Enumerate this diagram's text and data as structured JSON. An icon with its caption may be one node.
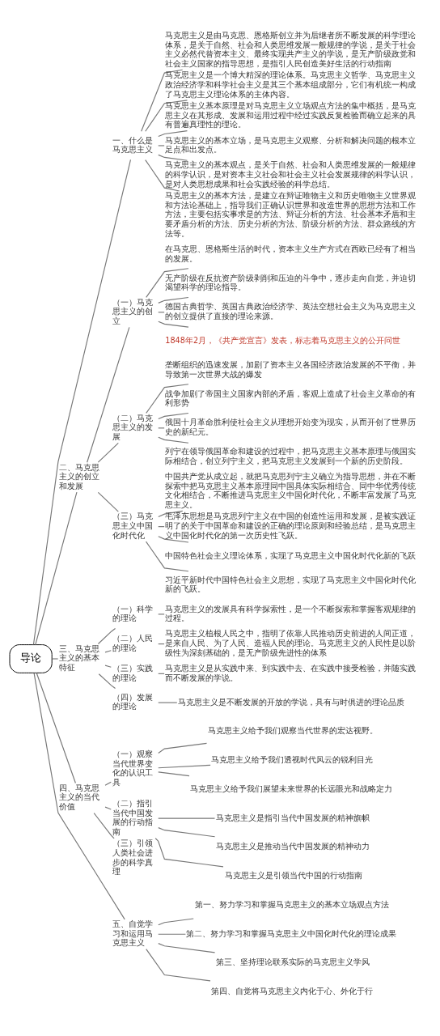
{
  "diagram": {
    "nodes": [
      {
        "text": [
          "导论"
        ]
      },
      {
        "text": [
          "一、什么是马克思主义"
        ]
      },
      {
        "text": [
          "马克思主义是由马克思、恩格斯创立并为后继者所不断发展的科学理论体系，是关于自然、社会和人类思维发展一般规律的学说，是关于社会主义必然代替资本主义、最终实现共产主义的学说，是无产阶级政党和社会主义国家的指导思想，是指引人民创造美好生活的行动指南"
        ]
      },
      {
        "text": [
          "马克思主义是一个博大精深的理论体系。马克思主义哲学、马克思主义政治经济学和科学社会主义是其三个基本组成部分，它们有机统一构成了马克思主义理论体系的主体内容。"
        ]
      },
      {
        "text": [
          "马克思主义基本原理是对马克思主义立场观点方法的集中概括，是马克思主义在其形成、发展和运用过程中经过实践反复检验而确立起来的具有普遍真理性的理论。"
        ]
      },
      {
        "text": [
          "马克思主义的基本立场，是马克思主义观察、分析和解决问题的根本立足点和出发点。"
        ]
      },
      {
        "text": [
          "马克思主义的基本观点，是关于自然、社会和人类思维发展的一般规律的科学认识，是对资本主义社会和社会主义社会发展规律的科学认识，是对人类思想成果和社会实践经验的科学总结。"
        ]
      },
      {
        "text": [
          "马克思主义的基本方法，是建立在辩证唯物主义和历史唯物主义世界观和方法论基础上，指导我们正确认识世界和改造世界的思想方法和工作方法，主要包括实事求是的方法、辩证分析的方法、社会基本矛盾和主要矛盾分析的方法、历史分析的方法、阶级分析的方法、群众路线的方法等。"
        ]
      },
      {
        "text": [
          "二、马克思主义的创立和发展"
        ]
      },
      {
        "text": [
          "（一）马克思主义的创立"
        ]
      },
      {
        "text": [
          "在马克思、恩格斯生活的时代，资本主义生产方式在西欧已经有了相当的发展。"
        ]
      },
      {
        "text": [
          "无产阶级在反抗资产阶级剥削和压迫的斗争中，逐步走向自觉，并迫切渴望科学的理论指导。"
        ]
      },
      {
        "text": [
          "德国古典哲学、英国古典政治经济学、英法空想社会主义为马克思主义的创立提供了直接的理论来源。"
        ]
      },
      {
        "text": [
          "1848年2月，《共产党宣言》发表，标志着马克思主义的公开问世"
        ]
      },
      {
        "text": [
          "（二）马克思主义的发展"
        ]
      },
      {
        "text": [
          "垄断组织的迅速发展，加剧了资本主义各国经济政治发展的不平衡，并导致第一次世界大战的爆发"
        ]
      },
      {
        "text": [
          "战争加剧了帝国主义国家内部的矛盾，客观上造成了社会主义革命的有利形势"
        ]
      },
      {
        "text": [
          "俄国十月革命胜利使社会主义从理想开始变为现实，从而开创了世界历史的新纪元。"
        ]
      },
      {
        "text": [
          "列宁在领导俄国革命和建设的过程中，把马克思主义基本原理与俄国实际相结合，创立列宁主义，把马克思主义发展到一个新的历史阶段。"
        ]
      },
      {
        "text": [
          "（三）马克思主义中国化时代化"
        ]
      },
      {
        "text": [
          "中国共产党从成立起，就把马克思列宁主义确立为指导思想，并在不断探索中把马克思主义基本原理同中国具体实际相结合、同中华优秀传统文化相结合，不断推进马克思主义中国化时代化，不断丰富发展了马克思主义。"
        ]
      },
      {
        "text": [
          "毛泽东思想是马克思列宁主义在中国的创造性运用和发展，是被实践证明了的关于中国革命和建设的正确的理论原则和经验总结，是马克思主义中国化时代化的第一次历史性飞跃。"
        ]
      },
      {
        "text": [
          "中国特色社会主义理论体系，实现了马克思主义中国化时代化新的飞跃"
        ]
      },
      {
        "text": [
          "习近平新时代中国特色社会主义思想，实现了马克思主义中国化时代化新的飞跃。"
        ]
      },
      {
        "text": [
          "三、马克思主义的基本特征"
        ]
      },
      {
        "text": [
          "（一）科学的理论"
        ]
      },
      {
        "text": [
          "马克思主义的发展具有科学探索性，是一个不断探索和掌握客观规律的过程。"
        ]
      },
      {
        "text": [
          "（二）人民的理论"
        ]
      },
      {
        "text": [
          "马克思主义植根人民之中，指明了依靠人民推动历史前进的人间正道，是来自人民、为了人民、造福人民的理论。马克思主义的人民性是以阶级性为深刻基础的，是无产阶级先进性的体系"
        ]
      },
      {
        "text": [
          "（三）实践的理论"
        ]
      },
      {
        "text": [
          "马克思主义是从实践中来、到实践中去、在实践中接受检验，并随实践而不断发展的学说。"
        ]
      },
      {
        "text": [
          "（四）发展的理论"
        ]
      },
      {
        "text": [
          "马克思主义是不断发展的开放的学说，具有与时俱进的理论品质"
        ]
      },
      {
        "text": [
          "四、马克思主义的当代价值"
        ]
      },
      {
        "text": [
          "（一）观察当代世界变化的认识工具"
        ]
      },
      {
        "text": [
          "马克思主义给予我们观察当代世界的宏达视野。"
        ]
      },
      {
        "text": [
          "马克思主义给予我们透视时代风云的锐利目光"
        ]
      },
      {
        "text": [
          "马克思主义给予我们展望未来世界的长远眼光和战略定力"
        ]
      },
      {
        "text": [
          "（二）指引当代中国发展的行动指南"
        ]
      },
      {
        "text": [
          "马克思主义是指引当代中国发展的精神旗帜"
        ]
      },
      {
        "text": [
          "马克思主义是推动当代中国发展的精神动力"
        ]
      },
      {
        "text": [
          "马克思主义是引领当代中国的行动指南"
        ]
      },
      {
        "text": [
          "（三）引领人类社会进步的科学真理"
        ]
      },
      {
        "text": [
          "五、自觉学习和运用马克思主义"
        ]
      },
      {
        "text": [
          "第一、努力学习和掌握马克思主义的基本立场观点方法"
        ]
      },
      {
        "text": [
          "第二、努力学习和掌握马克思主义中国化时代化的理论成果"
        ]
      },
      {
        "text": [
          "第三、坚持理论联系实际的马克思主义学风"
        ]
      },
      {
        "text": [
          "第四、自觉将马克思主义内化于心、外化于行"
        ]
      }
    ],
    "edges": [
      {
        "from": 0,
        "to": 1,
        "arrow": "none"
      },
      {
        "from": 1,
        "to": 2,
        "arrow": "none"
      },
      {
        "from": 1,
        "to": 3,
        "arrow": "none"
      },
      {
        "from": 1,
        "to": 4,
        "arrow": "none"
      },
      {
        "from": 1,
        "to": 5,
        "arrow": "none"
      },
      {
        "from": 1,
        "to": 6,
        "arrow": "none"
      },
      {
        "from": 1,
        "to": 7,
        "arrow": "none"
      },
      {
        "from": 0,
        "to": 8,
        "arrow": "none"
      },
      {
        "from": 8,
        "to": 9,
        "arrow": "none"
      },
      {
        "from": 9,
        "to": 10,
        "arrow": "none"
      },
      {
        "from": 9,
        "to": 11,
        "arrow": "none"
      },
      {
        "from": 9,
        "to": 12,
        "arrow": "none"
      },
      {
        "from": 9,
        "to": 13,
        "arrow": "none"
      },
      {
        "from": 8,
        "to": 14,
        "arrow": "none"
      },
      {
        "from": 14,
        "to": 15,
        "arrow": "none"
      },
      {
        "from": 14,
        "to": 16,
        "arrow": "none"
      },
      {
        "from": 14,
        "to": 17,
        "arrow": "none"
      },
      {
        "from": 14,
        "to": 18,
        "arrow": "none"
      },
      {
        "from": 8,
        "to": 19,
        "arrow": "none"
      },
      {
        "from": 19,
        "to": 20,
        "arrow": "none"
      },
      {
        "from": 19,
        "to": 21,
        "arrow": "none"
      },
      {
        "from": 19,
        "to": 22,
        "arrow": "none"
      },
      {
        "from": 19,
        "to": 23,
        "arrow": "none"
      },
      {
        "from": 0,
        "to": 24,
        "arrow": "none"
      },
      {
        "from": 24,
        "to": 25,
        "arrow": "none"
      },
      {
        "from": 25,
        "to": 26,
        "arrow": "none"
      },
      {
        "from": 24,
        "to": 27,
        "arrow": "none"
      },
      {
        "from": 27,
        "to": 28,
        "arrow": "none"
      },
      {
        "from": 24,
        "to": 29,
        "arrow": "none"
      },
      {
        "from": 29,
        "to": 30,
        "arrow": "none"
      },
      {
        "from": 24,
        "to": 31,
        "arrow": "none"
      },
      {
        "from": 31,
        "to": 32,
        "arrow": "none"
      },
      {
        "from": 0,
        "to": 33,
        "arrow": "none"
      },
      {
        "from": 33,
        "to": 34,
        "arrow": "none"
      },
      {
        "from": 34,
        "to": 35,
        "arrow": "none"
      },
      {
        "from": 34,
        "to": 36,
        "arrow": "none"
      },
      {
        "from": 34,
        "to": 37,
        "arrow": "none"
      },
      {
        "from": 33,
        "to": 38,
        "arrow": "none"
      },
      {
        "from": 38,
        "to": 39,
        "arrow": "none"
      },
      {
        "from": 38,
        "to": 40,
        "arrow": "none"
      },
      {
        "from": 38,
        "to": 41,
        "arrow": "none"
      },
      {
        "from": 33,
        "to": 42,
        "arrow": "none"
      },
      {
        "from": 0,
        "to": 43,
        "arrow": "none"
      },
      {
        "from": 43,
        "to": 44,
        "arrow": "none"
      },
      {
        "from": 43,
        "to": 45,
        "arrow": "none"
      },
      {
        "from": 43,
        "to": 46,
        "arrow": "none"
      },
      {
        "from": 43,
        "to": 47,
        "arrow": "none"
      }
    ]
  }
}
